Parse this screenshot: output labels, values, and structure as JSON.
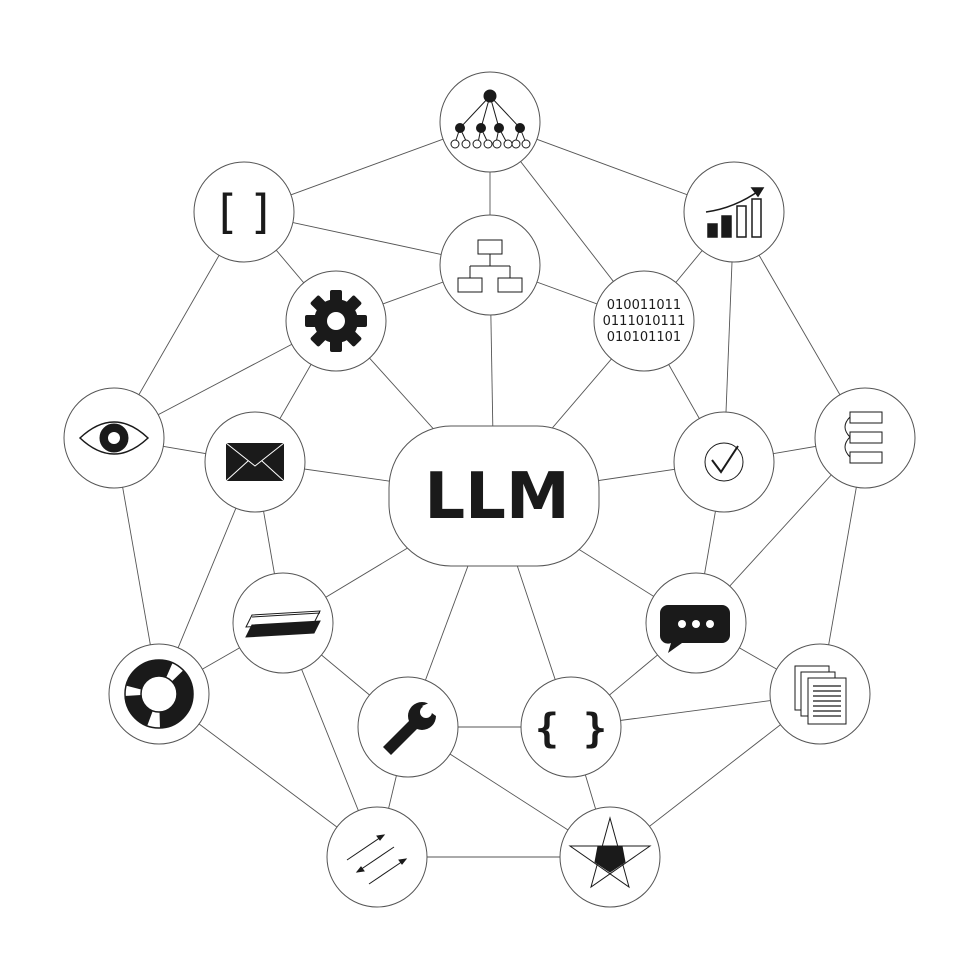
{
  "center_label": "LLM",
  "brackets_label": "[ ]",
  "braces_label": "{ }",
  "binary_lines": [
    "010011011",
    "0111010111",
    "010101101"
  ],
  "colors": {
    "stroke": "#555555",
    "ink": "#1a1a1a",
    "background": "#ffffff"
  },
  "nodes": [
    {
      "id": "hierarchy",
      "icon": "hierarchy-tree-icon"
    },
    {
      "id": "brackets",
      "icon": "square-brackets-icon"
    },
    {
      "id": "chart",
      "icon": "growth-chart-icon"
    },
    {
      "id": "flowchart",
      "icon": "flowchart-icon"
    },
    {
      "id": "gear",
      "icon": "gear-icon"
    },
    {
      "id": "binary",
      "icon": "binary-code-icon"
    },
    {
      "id": "eye",
      "icon": "eye-icon"
    },
    {
      "id": "mail",
      "icon": "mail-icon"
    },
    {
      "id": "llm",
      "icon": "llm-label"
    },
    {
      "id": "check",
      "icon": "check-icon"
    },
    {
      "id": "steps",
      "icon": "steps-icon"
    },
    {
      "id": "layers",
      "icon": "layers-icon"
    },
    {
      "id": "chat",
      "icon": "chat-bubble-icon"
    },
    {
      "id": "donut",
      "icon": "donut-chart-icon"
    },
    {
      "id": "wrench",
      "icon": "wrench-icon"
    },
    {
      "id": "braces",
      "icon": "curly-braces-icon"
    },
    {
      "id": "documents",
      "icon": "documents-icon"
    },
    {
      "id": "arrows",
      "icon": "transfer-arrows-icon"
    },
    {
      "id": "star",
      "icon": "star-icon"
    }
  ],
  "edges": [
    [
      "hierarchy",
      "brackets"
    ],
    [
      "hierarchy",
      "chart"
    ],
    [
      "hierarchy",
      "flowchart"
    ],
    [
      "hierarchy",
      "binary"
    ],
    [
      "brackets",
      "flowchart"
    ],
    [
      "brackets",
      "gear"
    ],
    [
      "brackets",
      "eye"
    ],
    [
      "chart",
      "binary"
    ],
    [
      "chart",
      "check"
    ],
    [
      "chart",
      "steps"
    ],
    [
      "flowchart",
      "gear"
    ],
    [
      "flowchart",
      "binary"
    ],
    [
      "flowchart",
      "llm"
    ],
    [
      "gear",
      "eye"
    ],
    [
      "gear",
      "mail"
    ],
    [
      "gear",
      "llm"
    ],
    [
      "binary",
      "llm"
    ],
    [
      "binary",
      "check"
    ],
    [
      "eye",
      "mail"
    ],
    [
      "eye",
      "donut"
    ],
    [
      "mail",
      "llm"
    ],
    [
      "mail",
      "layers"
    ],
    [
      "mail",
      "donut"
    ],
    [
      "llm",
      "check"
    ],
    [
      "llm",
      "layers"
    ],
    [
      "llm",
      "wrench"
    ],
    [
      "llm",
      "braces"
    ],
    [
      "llm",
      "chat"
    ],
    [
      "check",
      "steps"
    ],
    [
      "check",
      "chat"
    ],
    [
      "steps",
      "chat"
    ],
    [
      "steps",
      "documents"
    ],
    [
      "layers",
      "donut"
    ],
    [
      "layers",
      "wrench"
    ],
    [
      "layers",
      "arrows"
    ],
    [
      "chat",
      "braces"
    ],
    [
      "chat",
      "documents"
    ],
    [
      "donut",
      "arrows"
    ],
    [
      "wrench",
      "braces"
    ],
    [
      "wrench",
      "arrows"
    ],
    [
      "wrench",
      "star"
    ],
    [
      "braces",
      "star"
    ],
    [
      "braces",
      "documents"
    ],
    [
      "documents",
      "star"
    ],
    [
      "arrows",
      "star"
    ]
  ]
}
